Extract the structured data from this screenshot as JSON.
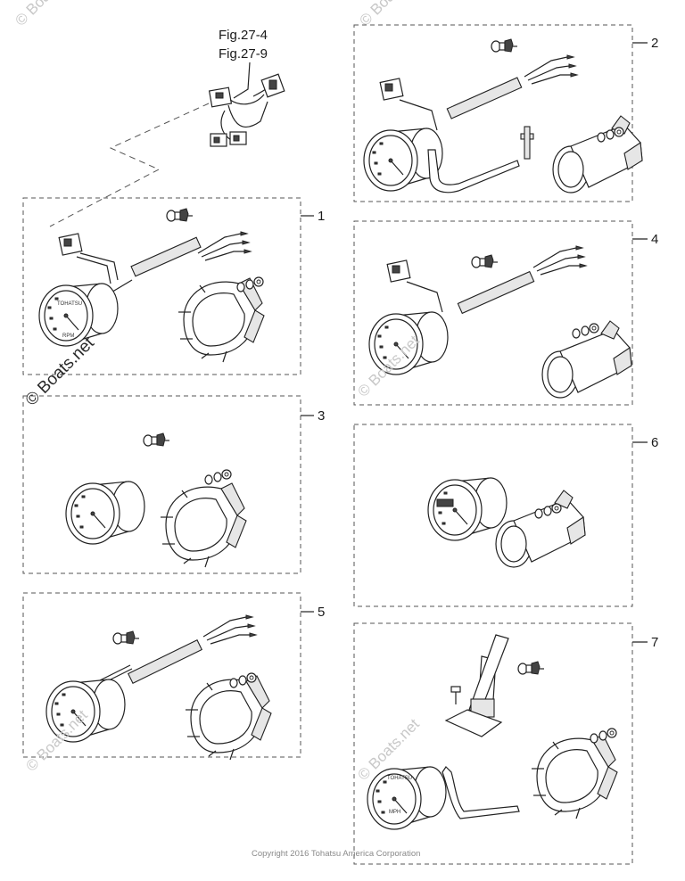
{
  "references": [
    "Fig.27-4",
    "Fig.27-9"
  ],
  "callouts": [
    "1",
    "2",
    "3",
    "4",
    "5",
    "6",
    "7"
  ],
  "watermark": "© Boats.net",
  "copyright": "Copyright 2016 Tohatsu America Corporation",
  "gauge_face_text": {
    "brand": "TOHATSU",
    "unit_rpm": "RPM",
    "unit_mph": "MPH"
  }
}
